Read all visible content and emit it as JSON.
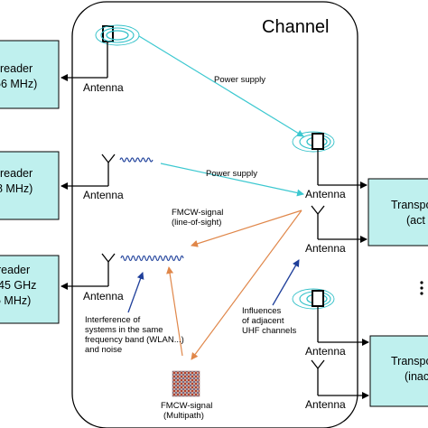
{
  "channel": {
    "title": "Channel"
  },
  "readers": [
    {
      "line1": "reader",
      "line2": "56 MHz)"
    },
    {
      "line1": "reader",
      "line2": "8 MHz)"
    },
    {
      "line1": "reader",
      "line2": "45 GHz",
      "line3": "5 MHz)"
    }
  ],
  "transponders": [
    {
      "line1": "Transpo",
      "line2": "(act"
    },
    {
      "line1": "Transpo",
      "line2": "(inac"
    }
  ],
  "antenna_label": "Antenna",
  "labels": {
    "power_supply_1": "Power supply",
    "power_supply_2": "Power supply",
    "fmcw_los_1": "FMCW-signal",
    "fmcw_los_2": "(line-of-sight)",
    "interference": [
      "Interference of",
      "systems in the same",
      "frequency band (WLAN...)",
      "and noise"
    ],
    "influences": [
      "Influences",
      "of adjacent",
      "UHF channels"
    ],
    "fmcw_multi_1": "FMCW-signal",
    "fmcw_multi_2": "(Multipath)"
  },
  "colors": {
    "box_fill": "#bff0ee",
    "power_arrow": "#3cc8d0",
    "fmcw_arrow": "#e0874a",
    "blue_arrow": "#1f3f9a",
    "coil": "#30c0c8"
  }
}
